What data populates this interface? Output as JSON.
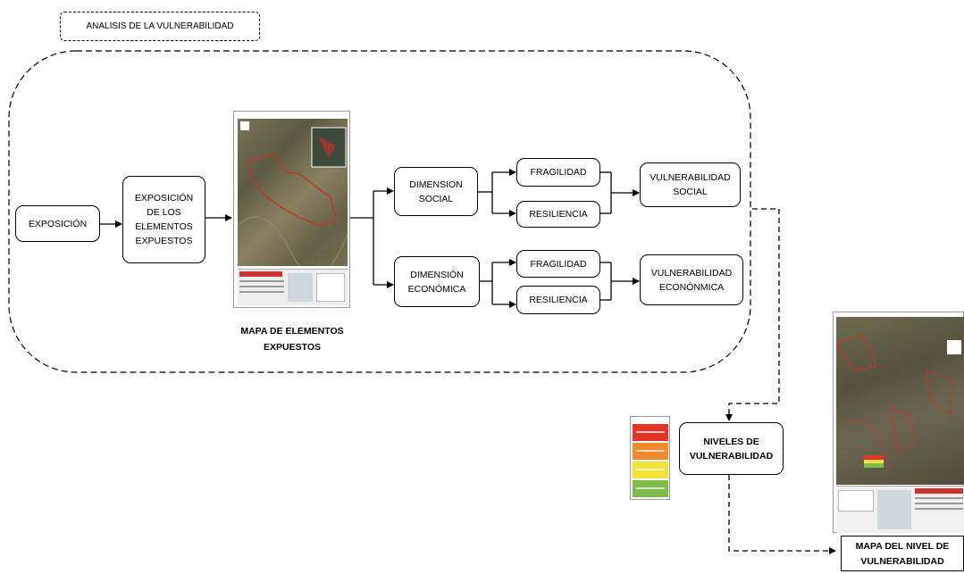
{
  "title": "ANALISIS DE LA VULNERABILIDAD",
  "nodes": {
    "exposicion": "EXPOSICIÓN",
    "exposicion_elementos": "EXPOSICIÓN\nDE LOS\nELEMENTOS\nEXPUESTOS",
    "dimension_social": "DIMENSION\nSOCIAL",
    "dimension_economica": "DIMENSIÓN\nECONÓMICA",
    "fragilidad_social": "FRAGILIDAD",
    "resiliencia_social": "RESILIENCIA",
    "fragilidad_economica": "FRAGILIDAD",
    "resiliencia_economica": "RESILIENCIA",
    "vulnerabilidad_social": "VULNERABILIDAD\nSOCIAL",
    "vulnerabilidad_economica": "VULNERABILIDAD\nECONÓNMICA",
    "niveles": "NIVELES DE\nVULNERABILIDAD"
  },
  "captions": {
    "mapa_elementos": "MAPA DE ELEMENTOS\nEXPUESTOS",
    "mapa_nivel": "MAPA DEL NIVEL DE\nVULNERABILIDAD"
  },
  "colors": {
    "levels": [
      "#e4342a",
      "#f28a2c",
      "#f2e33a",
      "#7dbb4a"
    ],
    "boundary": "#c8322a"
  },
  "icons": [
    "exposure-map-thumbnail",
    "vulnerability-levels-table-thumbnail",
    "vulnerability-map-thumbnail"
  ]
}
